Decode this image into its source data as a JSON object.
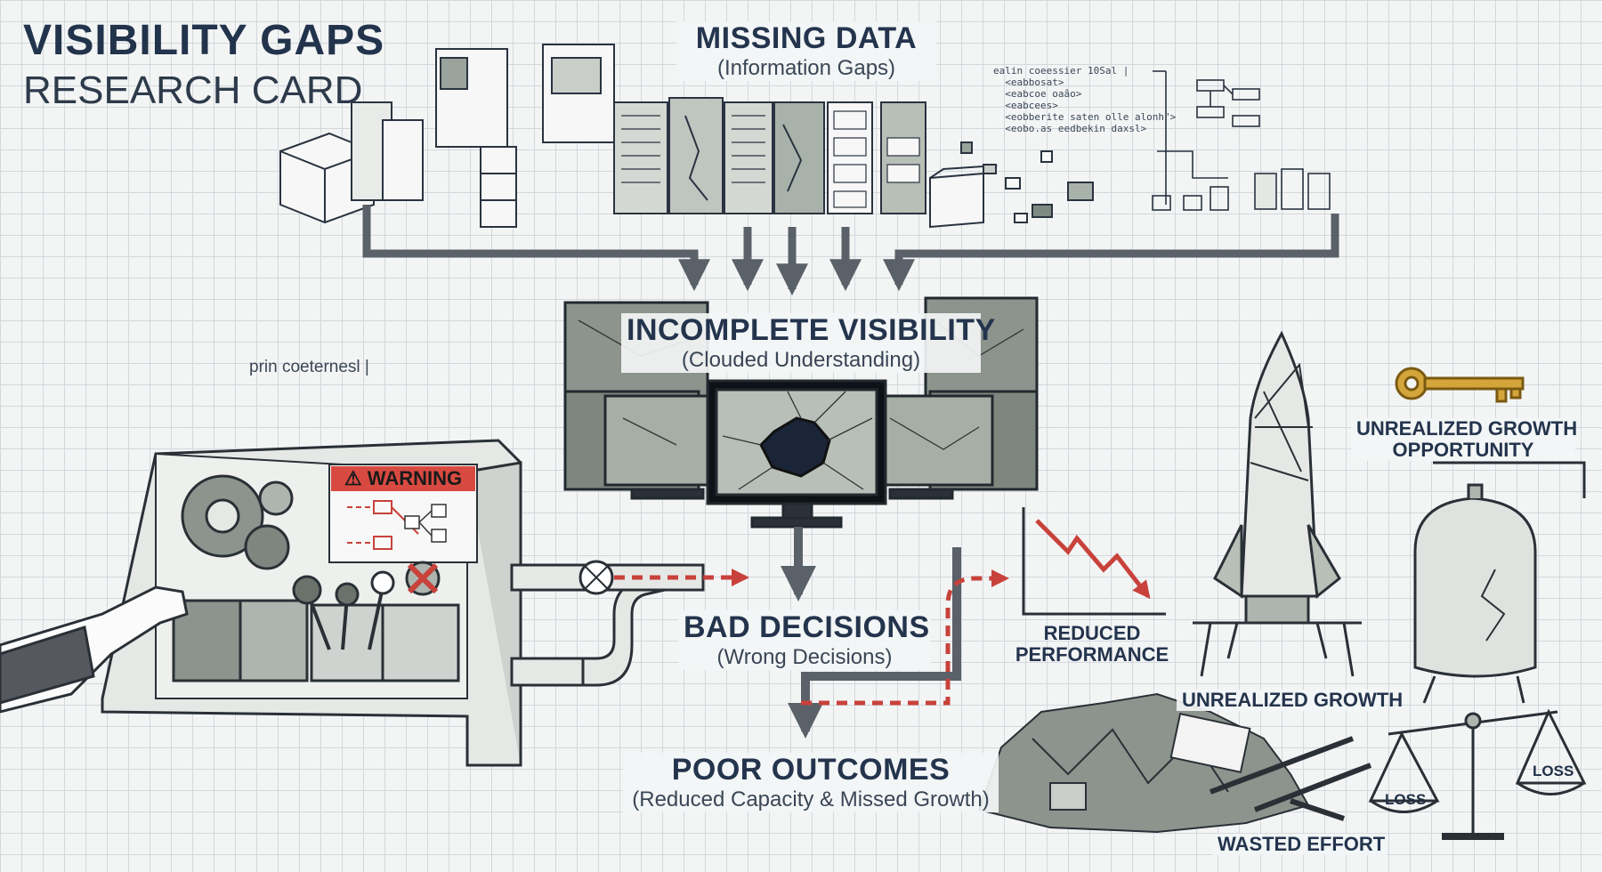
{
  "title": {
    "line1": "VISIBILITY GAPS",
    "line2": "RESEARCH CARD"
  },
  "nodes": {
    "missing_data": {
      "title": "MISSING DATA",
      "subtitle": "(Information Gaps)"
    },
    "incomplete_visibility": {
      "title": "INCOMPLETE VISIBILITY",
      "subtitle": "(Clouded Understanding)"
    },
    "bad_decisions": {
      "title": "BAD DECISIONS",
      "subtitle": "(Wrong Decisions)"
    },
    "poor_outcomes": {
      "title": "POOR OUTCOMES",
      "subtitle": "(Reduced Capacity & Missed Growth)"
    }
  },
  "outcomes": {
    "reduced_performance": {
      "line1": "REDUCED",
      "line2": "PERFORMANCE"
    },
    "unrealized_growth": "UNREALIZED GROWTH",
    "unrealized_growth_opportunity": {
      "line1": "UNREALIZED GROWTH",
      "line2": "OPPORTUNITY"
    },
    "wasted_effort": "WASTED EFFORT",
    "loss_left": "LOSS",
    "loss_right": "LOSS"
  },
  "panel": {
    "warning": "WARNING",
    "warning_symbol": "⚠"
  },
  "scribbles": {
    "schema_notes": "ealin coeessier 10Sal |\n  <eabbosat>\n  <eabcoe oaâo>\n  <eabcees>\n  <eobberite saten olle alonh\">\n  <eobo.as eedbekin daxsl>",
    "side_note": "prin coeternesl |"
  },
  "colors": {
    "ink": "#24344d",
    "accent_red": "#c8423b",
    "gold": "#d4a53a",
    "grid": "#d3d8dc",
    "panel_grey": "#e6e8e6"
  }
}
